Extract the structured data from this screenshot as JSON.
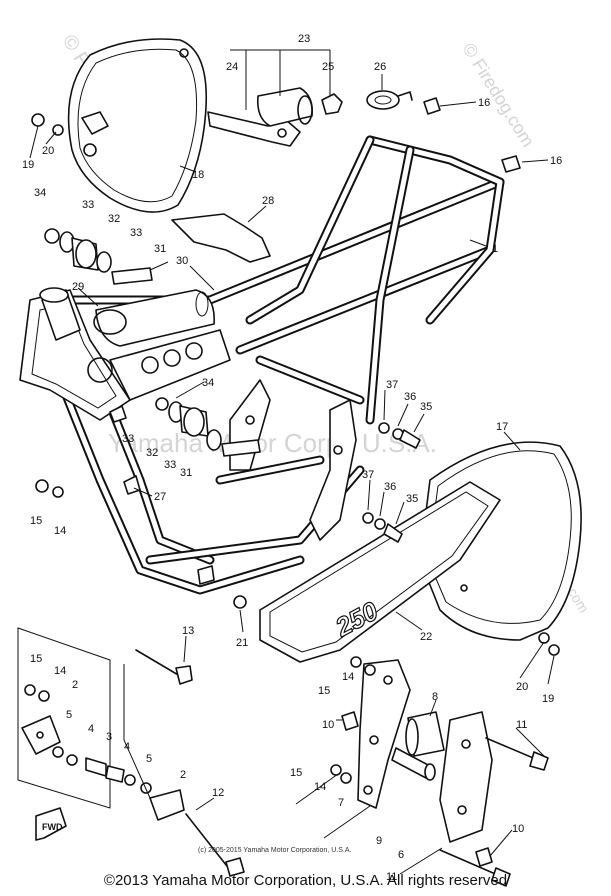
{
  "watermarks": {
    "left": "© Firedog.com",
    "right": "© Firedog.com",
    "center": "Yamaha Motor Corp., U.S.A.",
    "lower_right": "Firedog.com"
  },
  "cover_text": "250",
  "fwd_label": "FWD",
  "small_copyright": "(c) 2005-2015 Yamaha Motor Corporation, U.S.A.",
  "footer_copyright": "©2013 Yamaha Motor Corporation, U.S.A. All rights reserved",
  "callouts": [
    "23",
    "24",
    "25",
    "26",
    "16",
    "16",
    "1",
    "18",
    "19",
    "20",
    "34",
    "33",
    "32",
    "33",
    "31",
    "28",
    "30",
    "29",
    "34",
    "33",
    "32",
    "33",
    "31",
    "27",
    "15",
    "14",
    "37",
    "36",
    "35",
    "37",
    "36",
    "35",
    "17",
    "21",
    "22",
    "13",
    "15",
    "14",
    "2",
    "5",
    "4",
    "3",
    "4",
    "5",
    "2",
    "12",
    "15",
    "14",
    "10",
    "8",
    "11",
    "15",
    "14",
    "9",
    "7",
    "6",
    "10",
    "11",
    "20",
    "19"
  ]
}
